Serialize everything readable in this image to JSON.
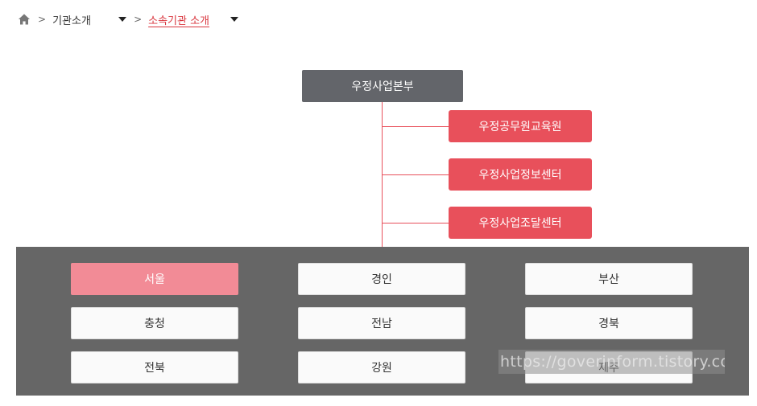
{
  "breadcrumb": {
    "home_icon": "home-icon",
    "separator": ">",
    "items": [
      {
        "label": "기관소개"
      },
      {
        "label": "소속기관 소개"
      }
    ]
  },
  "org_chart": {
    "headquarters": "우정사업본부",
    "subordinates": [
      {
        "label": "우정공무원교육원"
      },
      {
        "label": "우정사업정보센터"
      },
      {
        "label": "우정사업조달센터"
      }
    ],
    "line_color": "#e8505b",
    "hq_color": "#63656a"
  },
  "regions": {
    "selected": "서울",
    "items": [
      {
        "label": "서울"
      },
      {
        "label": "경인"
      },
      {
        "label": "부산"
      },
      {
        "label": "충청"
      },
      {
        "label": "전남"
      },
      {
        "label": "경북"
      },
      {
        "label": "전북"
      },
      {
        "label": "강원"
      },
      {
        "label": "제주"
      }
    ],
    "active_color": "#f28b96",
    "panel_color": "#666666"
  },
  "watermark": "https://goverinform.tistory.com"
}
